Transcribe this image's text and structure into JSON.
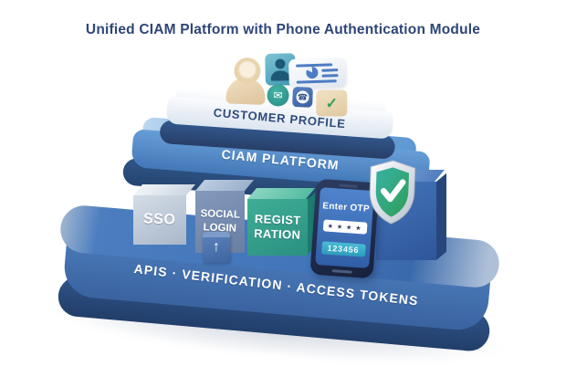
{
  "title": "Unified CIAM Platform with Phone Authentication Module",
  "layers": {
    "customer_profile": {
      "label": "CUSTOMER PROFILE"
    },
    "ciam_platform": {
      "label": "CIAM PLATFORM"
    },
    "foundation": {
      "label": "APIS · VERIFICATION · ACCESS TOKENS"
    }
  },
  "modules": {
    "sso": {
      "label": "SSO"
    },
    "social_login": {
      "label": "SOCIAL LOGIN",
      "badge_glyph": "↑"
    },
    "registration": {
      "label": "REGISTRATION"
    }
  },
  "phone": {
    "heading": "Enter OTP",
    "otp_masked": "★ ★ ★ ★",
    "otp_code": "123456"
  },
  "icons": {
    "check_glyph": "✓",
    "envelope_glyph": "✉",
    "phone_glyph": "☎"
  },
  "colors": {
    "title_text": "#2e4677",
    "base_blue": "#3f6fb2",
    "navy_rim": "#2a4b7e",
    "light_top": "#7cb0e0",
    "teal_module": "#35a18c",
    "shield_teal": "#37b2a6",
    "shield_green": "#2f9e55",
    "otp_button_teal": "#2d9cbd"
  }
}
